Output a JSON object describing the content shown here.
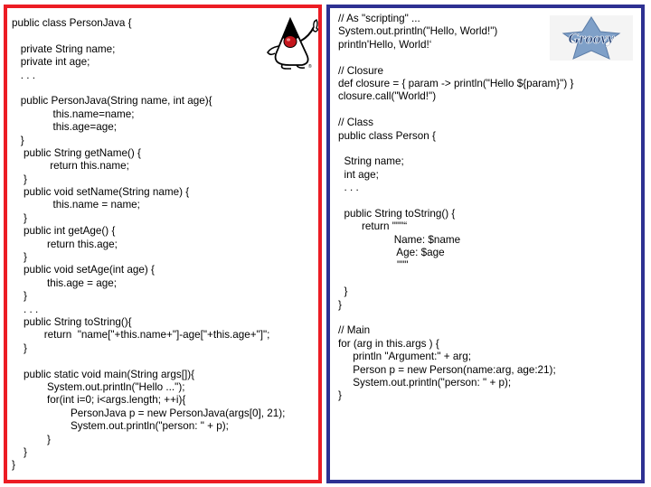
{
  "java": {
    "code_lines": [
      "public class PersonJava {",
      "",
      "   private String name;",
      "   private int age;",
      "   . . .",
      "",
      "   public PersonJava(String name, int age){",
      "              this.name=name;",
      "              this.age=age;",
      "   }",
      "    public String getName() {",
      "             return this.name;",
      "    }",
      "    public void setName(String name) {",
      "              this.name = name;",
      "    }",
      "    public int getAge() {",
      "            return this.age;",
      "    }",
      "    public void setAge(int age) {",
      "            this.age = age;",
      "    }",
      "    . . .",
      "    public String toString(){",
      "           return  \"name[\"+this.name+\"]-age[\"+this.age+\"]\";",
      "    }",
      "",
      "    public static void main(String args[]){",
      "            System.out.println(\"Hello ...\");",
      "            for(int i=0; i<args.length; ++i){",
      "                    PersonJava p = new PersonJava(args[0], 21);",
      "                    System.out.println(\"person: \" + p);",
      "            }",
      "    }",
      "}"
    ]
  },
  "groovy": {
    "code_lines": [
      "// As \"scripting\" ...",
      "System.out.println(\"Hello, World!\")",
      "println'Hello, World!‘",
      "",
      "// Closure",
      "def closure = { param -> println(\"Hello ${param}\") }",
      "closure.call(\"World!\")",
      "",
      "// Class",
      "public class Person {",
      "",
      "  String name;",
      "  int age;",
      "  . . .",
      "",
      "  public String toString() {",
      "        return \"\"\"“",
      "                   Name: $name",
      "                    Age: $age",
      "                    \"\"\"",
      "",
      "  }",
      "}",
      "",
      "// Main",
      "for (arg in this.args ) {",
      "     println \"Argument:\" + arg;",
      "     Person p = new Person(name:arg, age:21);",
      "     System.out.println(\"person: \" + p);",
      "}"
    ]
  },
  "logos": {
    "java_icon": "java-duke-mascot-icon",
    "groovy_icon": "groovy-star-logo-icon",
    "groovy_logo_text": "Groovy"
  },
  "colors": {
    "java_border": "#ec1c24",
    "groovy_border": "#2e3192"
  }
}
